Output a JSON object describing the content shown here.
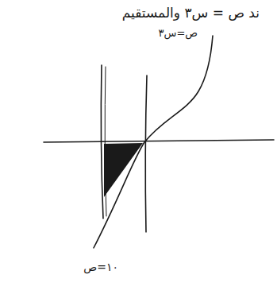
{
  "diagram": {
    "labels": [
      "ند ص = س٣ والمستقيم",
      "ص=س٣",
      "١٠=ص"
    ]
  }
}
